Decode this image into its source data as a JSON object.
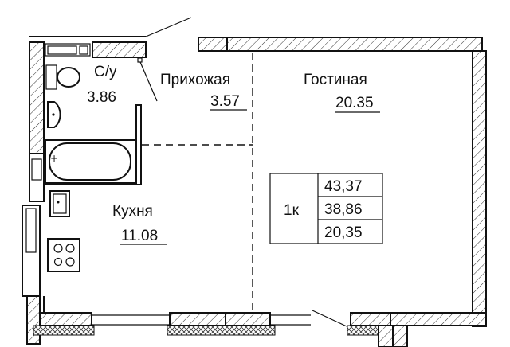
{
  "rooms": {
    "bathroom": {
      "name": "С/у",
      "area": "3.86"
    },
    "hallway": {
      "name": "Прихожая",
      "area": "3.57"
    },
    "living": {
      "name": "Гостиная",
      "area": "20.35"
    },
    "kitchen": {
      "name": "Кухня",
      "area": "11.08"
    }
  },
  "summary": {
    "type": "1к",
    "total_area": "43,37",
    "living_total": "38,86",
    "living_area": "20,35"
  }
}
